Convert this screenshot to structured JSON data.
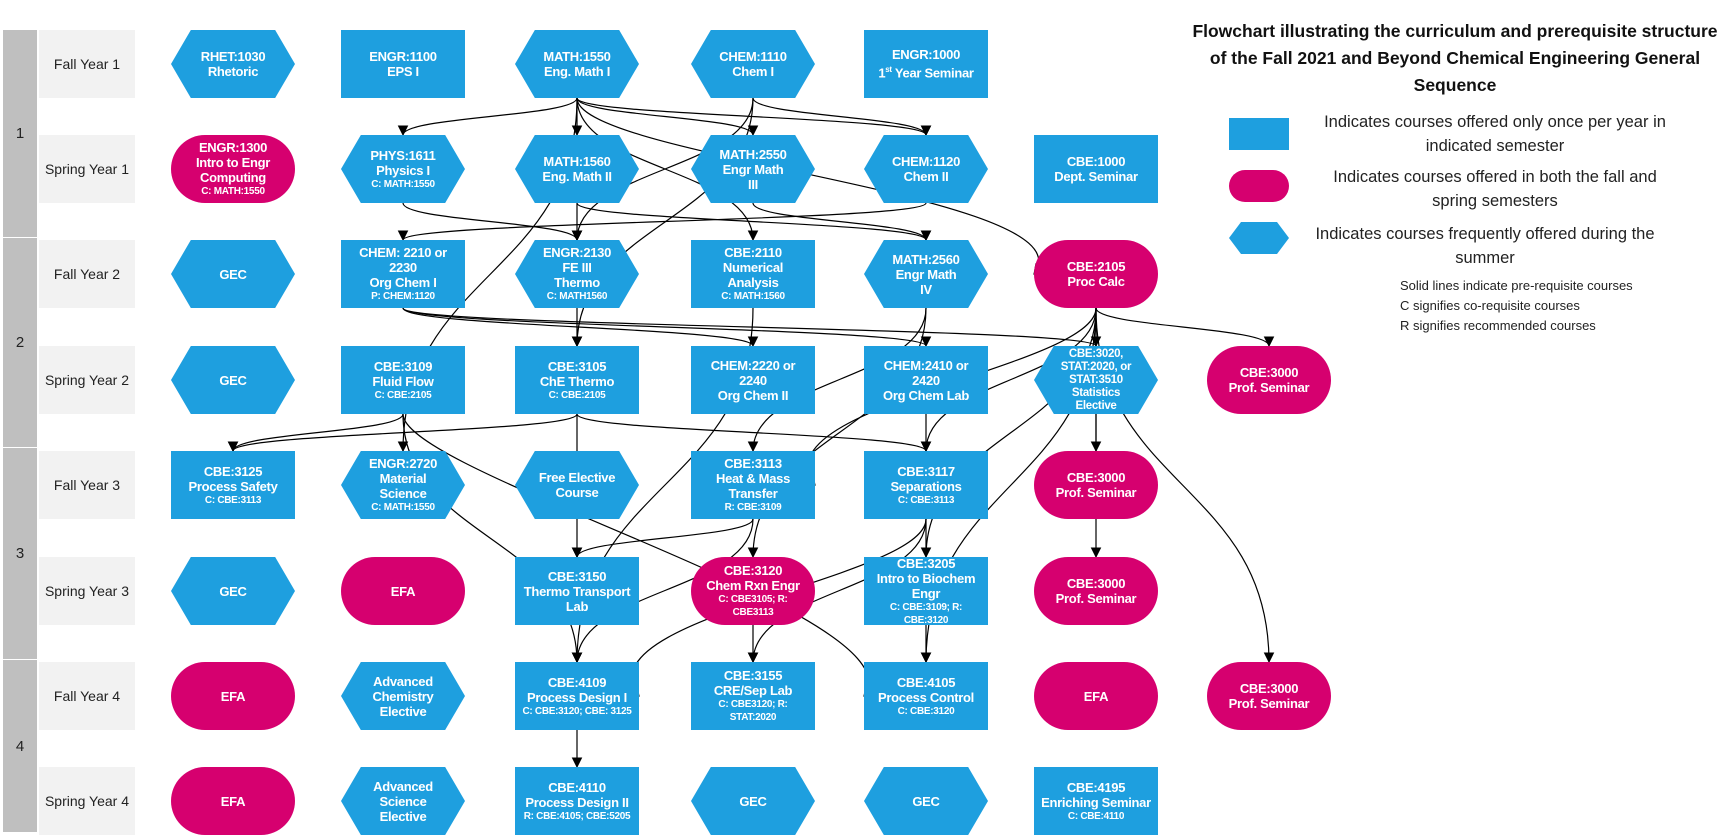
{
  "title": "Flowchart illustrating the curriculum and prerequisite structure of the Fall 2021 and Beyond Chemical Engineering General Sequence",
  "colors": {
    "once_per_year": "#1e9fdf",
    "fall_and_spring": "#d6006f",
    "summer": "#1e9fdf",
    "year_bar": "#bfbfbf",
    "semester_label_bg": "#f2f2f2"
  },
  "legend": [
    {
      "shape": "rect",
      "text": "Indicates courses offered only once per year in indicated semester"
    },
    {
      "shape": "pill",
      "text": "Indicates courses offered in both the fall and spring semesters"
    },
    {
      "shape": "hex",
      "text": "Indicates courses frequently offered during the summer"
    }
  ],
  "notes": [
    "Solid lines indicate pre-requisite courses",
    "C signifies co-requisite courses",
    "R signifies recommended courses"
  ],
  "years": [
    "1",
    "2",
    "3",
    "4"
  ],
  "semesters": [
    "Fall Year 1",
    "Spring Year 1",
    "Fall Year 2",
    "Spring Year 2",
    "Fall Year 3",
    "Spring Year 3",
    "Fall Year 4",
    "Spring Year 4"
  ],
  "courses": [
    {
      "id": "rhet1030",
      "row": 0,
      "col": 0,
      "shape": "hex",
      "lines": [
        "RHET:1030",
        "Rhetoric"
      ],
      "req": ""
    },
    {
      "id": "engr1100",
      "row": 0,
      "col": 1,
      "shape": "rect",
      "lines": [
        "ENGR:1100",
        "EPS I"
      ],
      "req": ""
    },
    {
      "id": "math1550",
      "row": 0,
      "col": 2,
      "shape": "hex",
      "lines": [
        "MATH:1550",
        "Eng. Math I"
      ],
      "req": ""
    },
    {
      "id": "chem1110",
      "row": 0,
      "col": 3,
      "shape": "hex",
      "lines": [
        "CHEM:1110",
        "Chem I"
      ],
      "req": ""
    },
    {
      "id": "engr1000",
      "row": 0,
      "col": 4,
      "shape": "rect",
      "lines": [
        "ENGR:1000",
        "1st Year Seminar"
      ],
      "req": ""
    },
    {
      "id": "engr1300",
      "row": 1,
      "col": 0,
      "shape": "pill",
      "lines": [
        "ENGR:1300",
        "Intro to Engr",
        "Computing"
      ],
      "req": "C: MATH:1550"
    },
    {
      "id": "phys1611",
      "row": 1,
      "col": 1,
      "shape": "hex",
      "lines": [
        "PHYS:1611",
        "Physics I"
      ],
      "req": "C: MATH:1550"
    },
    {
      "id": "math1560",
      "row": 1,
      "col": 2,
      "shape": "hex",
      "lines": [
        "MATH:1560",
        "Eng. Math II"
      ],
      "req": ""
    },
    {
      "id": "math2550",
      "row": 1,
      "col": 3,
      "shape": "hex",
      "lines": [
        "MATH:2550",
        "Engr Math",
        "III"
      ],
      "req": ""
    },
    {
      "id": "chem1120",
      "row": 1,
      "col": 4,
      "shape": "hex",
      "lines": [
        "CHEM:1120",
        "Chem II"
      ],
      "req": ""
    },
    {
      "id": "cbe1000",
      "row": 1,
      "col": 5,
      "shape": "rect",
      "lines": [
        "CBE:1000",
        "Dept. Seminar"
      ],
      "req": ""
    },
    {
      "id": "gec_f2",
      "row": 2,
      "col": 0,
      "shape": "hex",
      "lines": [
        "GEC"
      ],
      "req": ""
    },
    {
      "id": "chem2210",
      "row": 2,
      "col": 1,
      "shape": "rect",
      "lines": [
        "CHEM: 2210 or 2230",
        "Org Chem I"
      ],
      "req": "P: CHEM:1120"
    },
    {
      "id": "engr2130",
      "row": 2,
      "col": 2,
      "shape": "hex",
      "lines": [
        "ENGR:2130",
        "FE III",
        "Thermo"
      ],
      "req": "C: MATH1560"
    },
    {
      "id": "cbe2110",
      "row": 2,
      "col": 3,
      "shape": "rect",
      "lines": [
        "CBE:2110",
        "Numerical Analysis"
      ],
      "req": "C: MATH:1560"
    },
    {
      "id": "math2560",
      "row": 2,
      "col": 4,
      "shape": "hex",
      "lines": [
        "MATH:2560",
        "Engr Math",
        "IV"
      ],
      "req": ""
    },
    {
      "id": "cbe2105",
      "row": 2,
      "col": 5,
      "shape": "pill",
      "lines": [
        "CBE:2105",
        "Proc Calc"
      ],
      "req": ""
    },
    {
      "id": "gec_s2",
      "row": 3,
      "col": 0,
      "shape": "hex",
      "lines": [
        "GEC"
      ],
      "req": ""
    },
    {
      "id": "cbe3109",
      "row": 3,
      "col": 1,
      "shape": "rect",
      "lines": [
        "CBE:3109",
        "Fluid Flow"
      ],
      "req": "C: CBE:2105"
    },
    {
      "id": "cbe3105",
      "row": 3,
      "col": 2,
      "shape": "rect",
      "lines": [
        "CBE:3105",
        "ChE Thermo"
      ],
      "req": "C: CBE:2105"
    },
    {
      "id": "chem2220",
      "row": 3,
      "col": 3,
      "shape": "rect",
      "lines": [
        "CHEM:2220 or 2240",
        "Org Chem II"
      ],
      "req": ""
    },
    {
      "id": "chem2410",
      "row": 3,
      "col": 4,
      "shape": "rect",
      "lines": [
        "CHEM:2410 or 2420",
        "Org Chem Lab"
      ],
      "req": ""
    },
    {
      "id": "stats",
      "row": 3,
      "col": 5,
      "shape": "hex",
      "lines": [
        "CBE:3020,",
        "STAT:2020, or",
        "STAT:3510",
        "Statistics",
        "Elective"
      ],
      "req": ""
    },
    {
      "id": "cbe3000_a",
      "row": 3,
      "col": 6,
      "shape": "pill",
      "lines": [
        "CBE:3000",
        "Prof. Seminar"
      ],
      "req": ""
    },
    {
      "id": "cbe3125",
      "row": 4,
      "col": 0,
      "shape": "rect",
      "lines": [
        "CBE:3125",
        "Process Safety"
      ],
      "req": "C: CBE:3113"
    },
    {
      "id": "engr2720",
      "row": 4,
      "col": 1,
      "shape": "hex",
      "lines": [
        "ENGR:2720",
        "Material",
        "Science"
      ],
      "req": "C: MATH:1550"
    },
    {
      "id": "free_elective",
      "row": 4,
      "col": 2,
      "shape": "hex",
      "lines": [
        "Free Elective",
        "Course"
      ],
      "req": ""
    },
    {
      "id": "cbe3113",
      "row": 4,
      "col": 3,
      "shape": "rect",
      "lines": [
        "CBE:3113",
        "Heat & Mass",
        "Transfer"
      ],
      "req": "R: CBE:3109"
    },
    {
      "id": "cbe3117",
      "row": 4,
      "col": 4,
      "shape": "rect",
      "lines": [
        "CBE:3117",
        "Separations"
      ],
      "req": "C: CBE:3113"
    },
    {
      "id": "cbe3000_b",
      "row": 4,
      "col": 5,
      "shape": "pill",
      "lines": [
        "CBE:3000",
        "Prof. Seminar"
      ],
      "req": ""
    },
    {
      "id": "gec_s3",
      "row": 5,
      "col": 0,
      "shape": "hex",
      "lines": [
        "GEC"
      ],
      "req": ""
    },
    {
      "id": "efa_s3",
      "row": 5,
      "col": 1,
      "shape": "pill",
      "lines": [
        "EFA"
      ],
      "req": ""
    },
    {
      "id": "cbe3150",
      "row": 5,
      "col": 2,
      "shape": "rect",
      "lines": [
        "CBE:3150",
        "Thermo Transport",
        "Lab"
      ],
      "req": ""
    },
    {
      "id": "cbe3120",
      "row": 5,
      "col": 3,
      "shape": "pill",
      "lines": [
        "CBE:3120",
        "Chem Rxn Engr"
      ],
      "req": "C: CBE3105; R: CBE3113"
    },
    {
      "id": "cbe3205",
      "row": 5,
      "col": 4,
      "shape": "rect",
      "lines": [
        "CBE:3205",
        "Intro to Biochem",
        "Engr"
      ],
      "req": "C: CBE:3109; R: CBE:3120"
    },
    {
      "id": "cbe3000_c",
      "row": 5,
      "col": 5,
      "shape": "pill",
      "lines": [
        "CBE:3000",
        "Prof. Seminar"
      ],
      "req": ""
    },
    {
      "id": "efa_f4",
      "row": 6,
      "col": 0,
      "shape": "pill",
      "lines": [
        "EFA"
      ],
      "req": ""
    },
    {
      "id": "adv_chem",
      "row": 6,
      "col": 1,
      "shape": "hex",
      "lines": [
        "Advanced",
        "Chemistry",
        "Elective"
      ],
      "req": ""
    },
    {
      "id": "cbe4109",
      "row": 6,
      "col": 2,
      "shape": "rect",
      "lines": [
        "CBE:4109",
        "Process Design I"
      ],
      "req": "C: CBE:3120; CBE: 3125"
    },
    {
      "id": "cbe3155",
      "row": 6,
      "col": 3,
      "shape": "rect",
      "lines": [
        "CBE:3155",
        "CRE/Sep Lab"
      ],
      "req": "C: CBE3120; R: STAT:2020"
    },
    {
      "id": "cbe4105",
      "row": 6,
      "col": 4,
      "shape": "rect",
      "lines": [
        "CBE:4105",
        "Process Control"
      ],
      "req": "C: CBE:3120"
    },
    {
      "id": "efa_f4b",
      "row": 6,
      "col": 5,
      "shape": "pill",
      "lines": [
        "EFA"
      ],
      "req": ""
    },
    {
      "id": "cbe3000_d",
      "row": 6,
      "col": 6,
      "shape": "pill",
      "lines": [
        "CBE:3000",
        "Prof. Seminar"
      ],
      "req": ""
    },
    {
      "id": "efa_s4",
      "row": 7,
      "col": 0,
      "shape": "pill",
      "lines": [
        "EFA"
      ],
      "req": ""
    },
    {
      "id": "adv_sci",
      "row": 7,
      "col": 1,
      "shape": "hex",
      "lines": [
        "Advanced",
        "Science",
        "Elective"
      ],
      "req": ""
    },
    {
      "id": "cbe4110",
      "row": 7,
      "col": 2,
      "shape": "rect",
      "lines": [
        "CBE:4110",
        "Process Design II"
      ],
      "req": "R: CBE:4105; CBE:5205"
    },
    {
      "id": "gec_s4a",
      "row": 7,
      "col": 3,
      "shape": "hex",
      "lines": [
        "GEC"
      ],
      "req": ""
    },
    {
      "id": "gec_s4b",
      "row": 7,
      "col": 4,
      "shape": "hex",
      "lines": [
        "GEC"
      ],
      "req": ""
    },
    {
      "id": "cbe4195",
      "row": 7,
      "col": 5,
      "shape": "rect",
      "lines": [
        "CBE:4195",
        "Enriching Seminar"
      ],
      "req": "C: CBE:4110"
    }
  ],
  "edges": [
    [
      "math1550",
      "phys1611"
    ],
    [
      "math1550",
      "math1560"
    ],
    [
      "math1550",
      "math2550"
    ],
    [
      "math1550",
      "chem1120"
    ],
    [
      "math1550",
      "cbe2105"
    ],
    [
      "math1550",
      "cbe2110"
    ],
    [
      "math1550",
      "engr2720"
    ],
    [
      "chem1110",
      "chem1120"
    ],
    [
      "chem1110",
      "engr2130"
    ],
    [
      "chem1110",
      "cbe3105"
    ],
    [
      "phys1611",
      "engr2130"
    ],
    [
      "math1560",
      "engr2130"
    ],
    [
      "math1560",
      "math2560"
    ],
    [
      "math2550",
      "math2560"
    ],
    [
      "chem1120",
      "chem2210"
    ],
    [
      "chem2210",
      "chem2220"
    ],
    [
      "chem2210",
      "chem2410"
    ],
    [
      "chem2210",
      "stats"
    ],
    [
      "engr2130",
      "cbe3105"
    ],
    [
      "cbe2110",
      "cbe4109"
    ],
    [
      "math2560",
      "cbe3113"
    ],
    [
      "math2560",
      "cbe3120"
    ],
    [
      "cbe2105",
      "cbe3000_a"
    ],
    [
      "cbe2105",
      "cbe3000_b"
    ],
    [
      "cbe2105",
      "cbe3000_c"
    ],
    [
      "cbe2105",
      "cbe3000_d"
    ],
    [
      "cbe2105",
      "cbe3117"
    ],
    [
      "cbe2105",
      "cbe3205"
    ],
    [
      "cbe2105",
      "cbe4105"
    ],
    [
      "cbe2105",
      "cbe3113"
    ],
    [
      "cbe3109",
      "cbe3125"
    ],
    [
      "cbe3109",
      "cbe4109"
    ],
    [
      "cbe3109",
      "cbe4105"
    ],
    [
      "cbe3105",
      "cbe3150"
    ],
    [
      "cbe3105",
      "cbe3117"
    ],
    [
      "cbe3105",
      "cbe3125"
    ],
    [
      "chem2410",
      "cbe4105"
    ],
    [
      "cbe3113",
      "cbe3150"
    ],
    [
      "cbe3113",
      "cbe4109"
    ],
    [
      "cbe3117",
      "cbe3155"
    ],
    [
      "cbe3117",
      "cbe4109"
    ],
    [
      "cbe3120",
      "cbe3155"
    ],
    [
      "cbe4109",
      "cbe4110"
    ]
  ]
}
